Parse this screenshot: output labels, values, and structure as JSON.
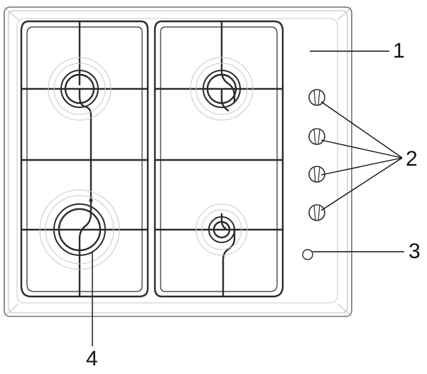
{
  "diagram": {
    "callouts": [
      {
        "id": "1",
        "label": "1"
      },
      {
        "id": "2",
        "label": "2"
      },
      {
        "id": "3",
        "label": "3"
      },
      {
        "id": "4",
        "label": "4"
      }
    ],
    "components": {
      "burners": [
        "burner-top-left",
        "burner-top-right",
        "burner-bottom-left",
        "burner-bottom-right"
      ],
      "control_knob_count": 4,
      "ignition_button_count": 1
    },
    "colors": {
      "line": "#2b2b2b",
      "thin_line": "#9a9a9a",
      "background": "#ffffff"
    }
  }
}
